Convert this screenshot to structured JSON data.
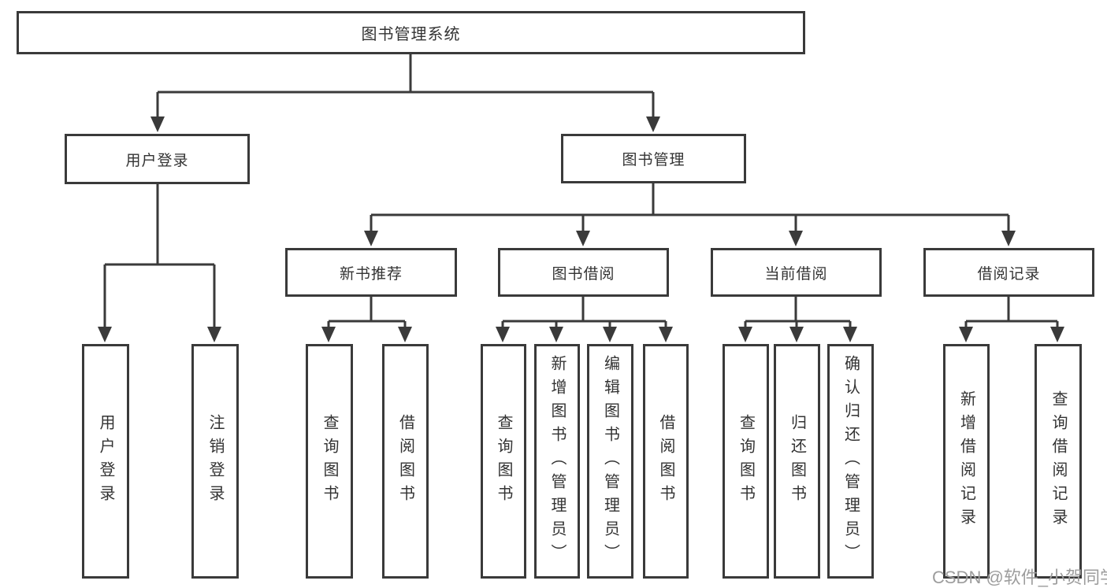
{
  "colors": {
    "line": "#3a3a3a",
    "box_border": "#3a3a3a",
    "text": "#333333",
    "background": "#ffffff",
    "watermark": "#9d9d9d"
  },
  "tree": {
    "root": {
      "label": "图书管理系统"
    },
    "branches": [
      {
        "label": "用户登录",
        "leaves": [
          {
            "label": "用户登录"
          },
          {
            "label": "注销登录"
          }
        ]
      },
      {
        "label": "图书管理",
        "sections": [
          {
            "label": "新书推荐",
            "leaves": [
              {
                "label": "查询图书"
              },
              {
                "label": "借阅图书"
              }
            ]
          },
          {
            "label": "图书借阅",
            "leaves": [
              {
                "label": "查询图书"
              },
              {
                "label": "新增图书（管理员）"
              },
              {
                "label": "编辑图书（管理员）"
              },
              {
                "label": "借阅图书"
              }
            ]
          },
          {
            "label": "当前借阅",
            "leaves": [
              {
                "label": "查询图书"
              },
              {
                "label": "归还图书"
              },
              {
                "label": "确认归还（管理员）"
              }
            ]
          },
          {
            "label": "借阅记录",
            "leaves": [
              {
                "label": "新增借阅记录"
              },
              {
                "label": "查询借阅记录"
              }
            ]
          }
        ]
      }
    ]
  },
  "watermark": {
    "text": "CSDN @软件_小贺同学"
  }
}
